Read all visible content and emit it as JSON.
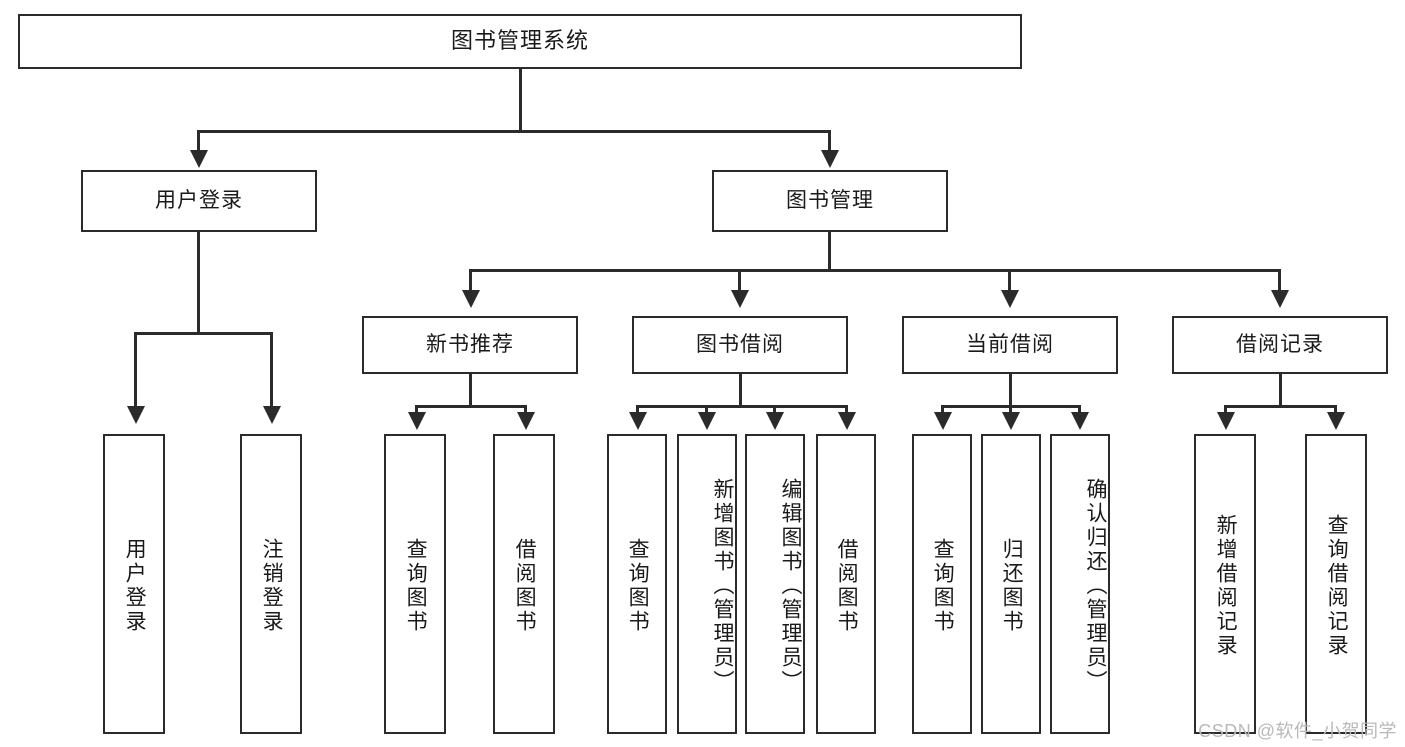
{
  "diagram": {
    "type": "tree-hierarchy",
    "title": "图书管理系统",
    "watermark": "CSDN @软件_小贺同学",
    "colors": {
      "stroke": "#2b2b2b",
      "fill": "#ffffff",
      "text": "#1a1a1a",
      "watermark": "#b9b9b9"
    },
    "nodes": {
      "root": {
        "label": "图书管理系统"
      },
      "level2": [
        {
          "id": "user-login",
          "label": "用户登录"
        },
        {
          "id": "book-manage",
          "label": "图书管理"
        }
      ],
      "level3": [
        {
          "id": "new-book-rec",
          "label": "新书推荐"
        },
        {
          "id": "book-borrow",
          "label": "图书借阅"
        },
        {
          "id": "current-borrow",
          "label": "当前借阅"
        },
        {
          "id": "borrow-record",
          "label": "借阅记录"
        }
      ],
      "leaves": {
        "user-login": [
          {
            "id": "leaf-user-login",
            "label": "用户登录"
          },
          {
            "id": "leaf-logout",
            "label": "注销登录"
          }
        ],
        "new-book-rec": [
          {
            "id": "leaf-query-book-1",
            "label": "查询图书"
          },
          {
            "id": "leaf-borrow-book-1",
            "label": "借阅图书"
          }
        ],
        "book-borrow": [
          {
            "id": "leaf-query-book-2",
            "label": "查询图书"
          },
          {
            "id": "leaf-add-book",
            "label": "新增图书（管理员）"
          },
          {
            "id": "leaf-edit-book",
            "label": "编辑图书（管理员）"
          },
          {
            "id": "leaf-borrow-book-2",
            "label": "借阅图书"
          }
        ],
        "current-borrow": [
          {
            "id": "leaf-query-book-3",
            "label": "查询图书"
          },
          {
            "id": "leaf-return-book",
            "label": "归还图书"
          },
          {
            "id": "leaf-confirm-return",
            "label": "确认归还（管理员）"
          }
        ],
        "borrow-record": [
          {
            "id": "leaf-add-record",
            "label": "新增借阅记录"
          },
          {
            "id": "leaf-query-record",
            "label": "查询借阅记录"
          }
        ]
      }
    }
  }
}
